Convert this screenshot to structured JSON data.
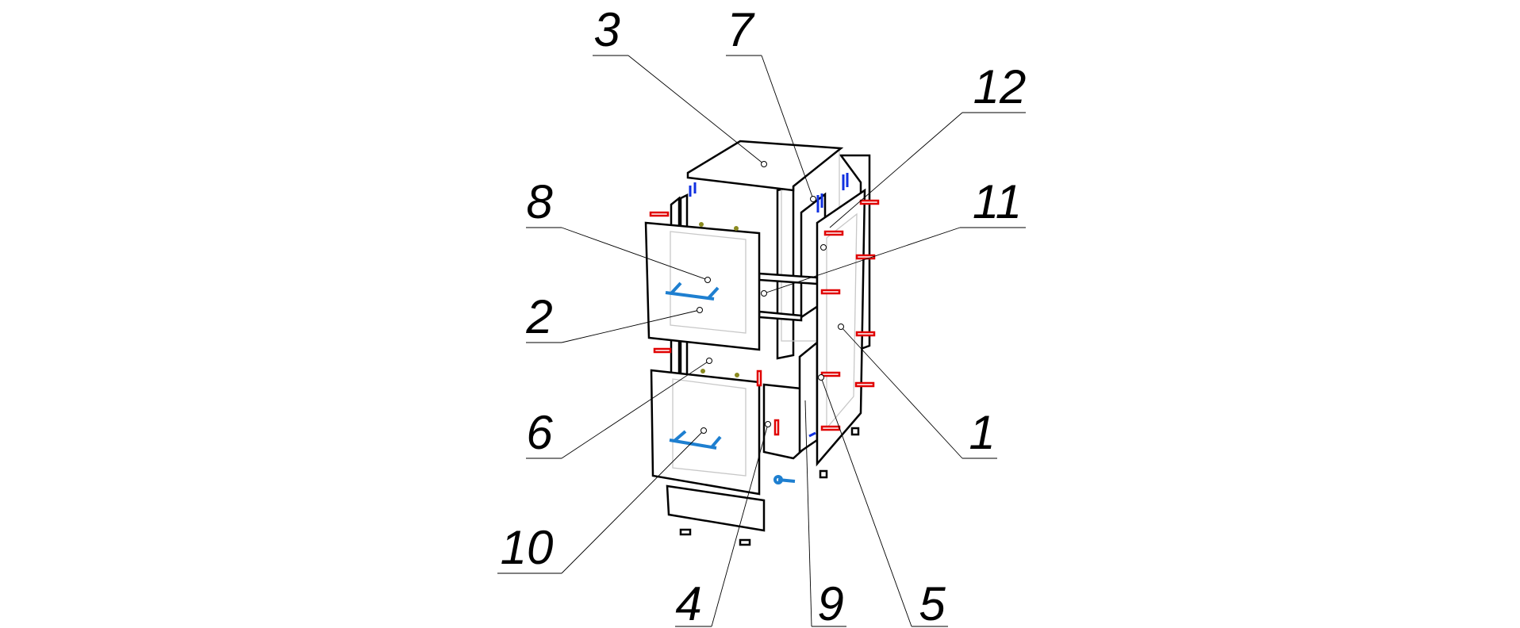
{
  "diagram": {
    "title": "Exploded assembly diagram of a two-drawer cabinet",
    "part_labels": [
      "3",
      "7",
      "12",
      "11",
      "8",
      "2",
      "6",
      "10",
      "4",
      "9",
      "5",
      "1"
    ],
    "colors": {
      "connector": "#e00000",
      "handle": "#1e7fd0",
      "fastener": "#1030e0",
      "dowel": "#8a8a20"
    }
  }
}
